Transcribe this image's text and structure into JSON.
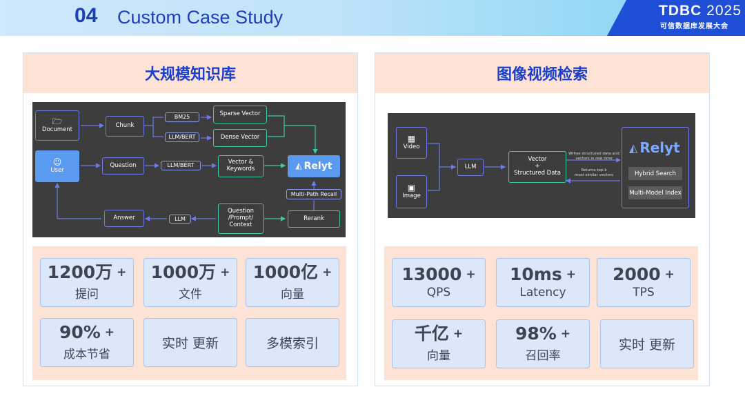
{
  "header": {
    "section_number": "04",
    "title": "Custom Case Study",
    "logo_brand": "TDBC",
    "logo_year": "2025",
    "logo_subtitle": "可信数据库发展大会"
  },
  "left_panel": {
    "title": "大规模知识库",
    "diagram": {
      "document": "Document",
      "chunk": "Chunk",
      "bm25": "BM25",
      "llm_bert_top": "LLM/BERT",
      "sparse_vector": "Sparse Vector",
      "dense_vector": "Dense Vector",
      "user": "User",
      "question": "Question",
      "llm_bert_mid": "LLM/BERT",
      "vector_keywords": "Vector &\nKeywords",
      "relyt": "Relyt",
      "multi_path_recall": "Multi-Path Recall",
      "answer": "Answer",
      "llm": "LLM",
      "question_prompt_context": "Question\n/Prompt/\nContext",
      "rerank": "Rerank"
    },
    "stats": [
      {
        "value": "1200万",
        "plus": "+",
        "label": "提问"
      },
      {
        "value": "1000万",
        "plus": "+",
        "label": "文件"
      },
      {
        "value": "1000亿",
        "plus": "+",
        "label": "向量"
      },
      {
        "value": "90%",
        "plus": "+",
        "label": "成本节省"
      },
      {
        "label": "实时 更新"
      },
      {
        "label": "多模索引"
      }
    ]
  },
  "right_panel": {
    "title": "图像视频检索",
    "diagram": {
      "video": "Video",
      "image": "Image",
      "llm": "LLM",
      "vector_structured": "Vector\n+\nStructured Data",
      "writes_note": "Writes structured data and\nvectors in real time",
      "returns_note": "Returns top-k\nmost similar vectors",
      "relyt": "Relyt",
      "hybrid_search": "Hybrid Search",
      "multi_model_index": "Multi-Model Index"
    },
    "stats": [
      {
        "value": "13000",
        "plus": "+",
        "label": "QPS"
      },
      {
        "value": "10ms",
        "plus": "+",
        "label": "Latency"
      },
      {
        "value": "2000",
        "plus": "+",
        "label": "TPS"
      },
      {
        "value": "千亿",
        "plus": "+",
        "label": "向量"
      },
      {
        "value": "98%",
        "plus": "+",
        "label": "召回率"
      },
      {
        "label": "实时 更新"
      }
    ]
  },
  "colors": {
    "accent_blue": "#1e3fb8",
    "node_purple": "#6f7ae8",
    "node_teal": "#3fc9a8",
    "panel_peach": "#fde3d6",
    "card_blue": "#dce8fa"
  }
}
